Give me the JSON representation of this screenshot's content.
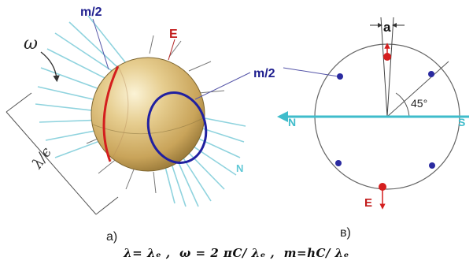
{
  "panel_a": {
    "label_m2_top": "m/2",
    "label_E": "E",
    "label_m2_side": "m/2",
    "label_omega": "ω",
    "label_lambda": "λ/ϵ",
    "label_N": "N",
    "caption": "а)"
  },
  "panel_b": {
    "label_a": "a",
    "label_45": "45°",
    "label_N": "N",
    "label_S": "S",
    "label_E": "E",
    "caption": "в)"
  },
  "formula": {
    "text": "λ= λₑ ,  ω = 2 πC/ λₑ ,  m=hC/ λₑ"
  },
  "colors": {
    "sphere": "#d7b97a",
    "equator_red": "#d41e1e",
    "meridian_blue": "#2020a0",
    "field_cyan": "#5fc8d6",
    "dot_blue": "#2a2aa0",
    "dot_red": "#d41e1e"
  }
}
